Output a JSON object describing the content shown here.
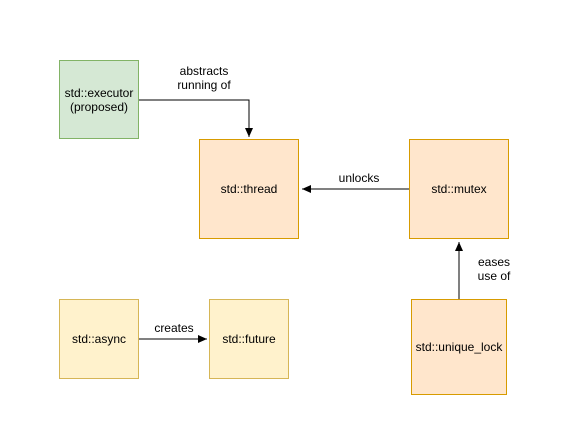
{
  "nodes": {
    "executor": "std::executor\n(proposed)",
    "thread": "std::thread",
    "mutex": "std::mutex",
    "async": "std::async",
    "future": "std::future",
    "unique_lock": "std::unique_lock"
  },
  "edges": {
    "executor_thread": "abstracts\nrunning of",
    "mutex_thread": "unlocks",
    "unique_lock_mutex": "eases\nuse of",
    "async_future": "creates"
  },
  "colors": {
    "green_fill": "#d5e8d4",
    "green_stroke": "#82b366",
    "orange_fill": "#ffe6cc",
    "orange_stroke": "#d79b00",
    "yellow_fill": "#fff2cc",
    "yellow_stroke": "#d6b656"
  }
}
